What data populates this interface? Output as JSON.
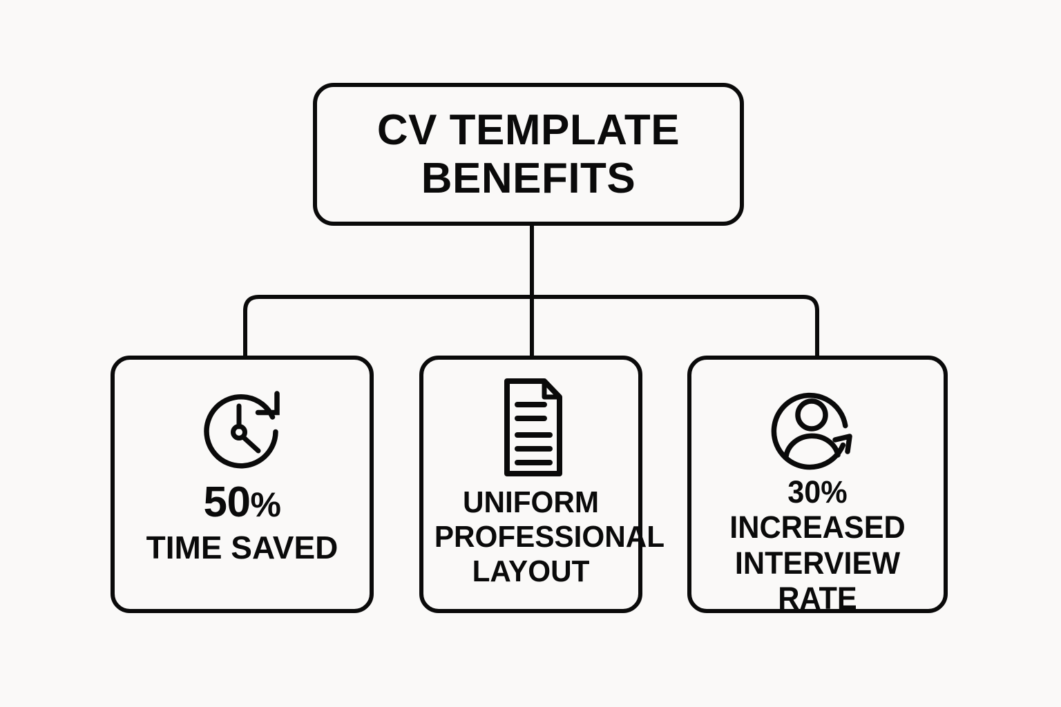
{
  "theme": {
    "background": "#faf9f8",
    "stroke": "#0a0a0a",
    "text": "#0a0a0a"
  },
  "title": {
    "text": "CV TEMPLATE\nBENEFITS"
  },
  "cards": [
    {
      "id": "time-saved",
      "icon": "clock-arrow-icon",
      "stat": "50",
      "stat_suffix": "%",
      "label": "TIME SAVED"
    },
    {
      "id": "layout",
      "icon": "document-icon",
      "label": "UNIFORM\nPROFESSIONAL\nLAYOUT"
    },
    {
      "id": "interview",
      "icon": "person-refresh-icon",
      "label": "30% INCREASED\nINTERVIEW\nRATE"
    }
  ]
}
